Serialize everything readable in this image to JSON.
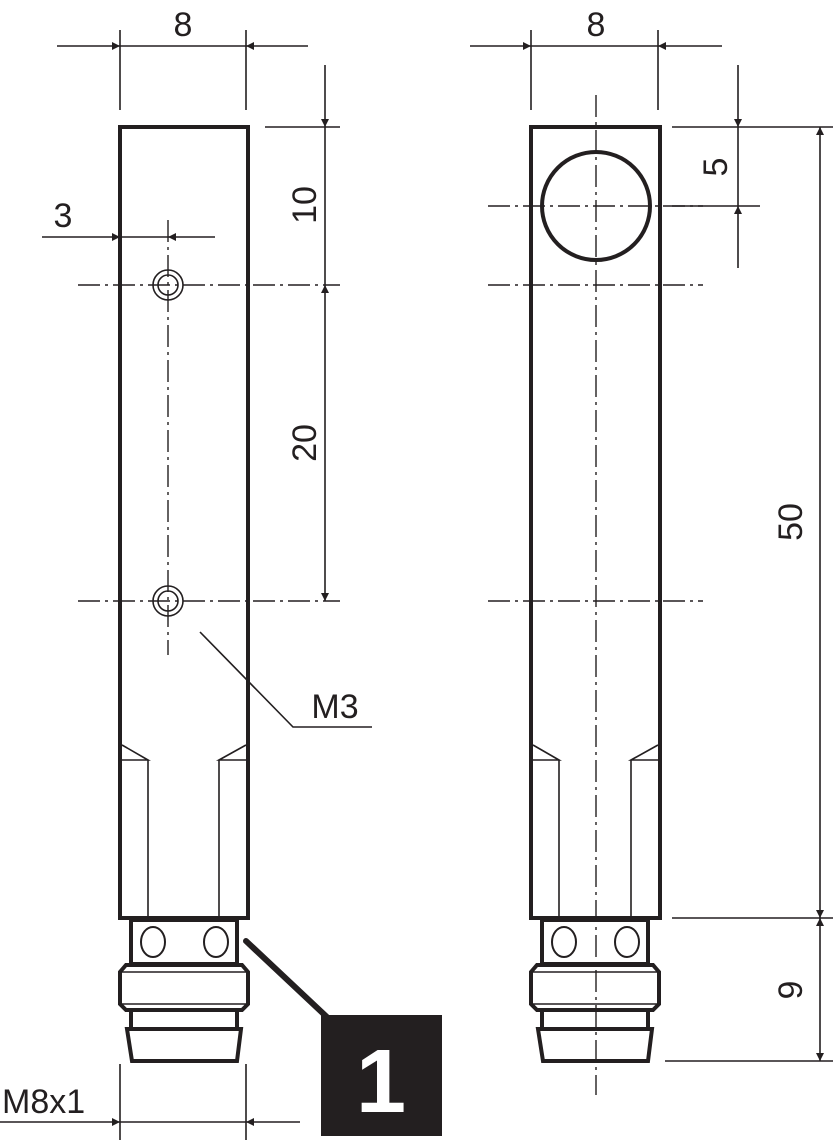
{
  "dimensions": {
    "left_width": "8",
    "right_width": "8",
    "top_to_hole": "10",
    "hole_spacing": "20",
    "hole_offset": "3",
    "thread_label": "M3",
    "connector_thread": "M8x1",
    "hole_to_circle": "5",
    "body_length": "50",
    "connector_length": "9"
  },
  "callout": {
    "number": "1"
  },
  "colors": {
    "line": "#231f20",
    "background": "#ffffff"
  }
}
